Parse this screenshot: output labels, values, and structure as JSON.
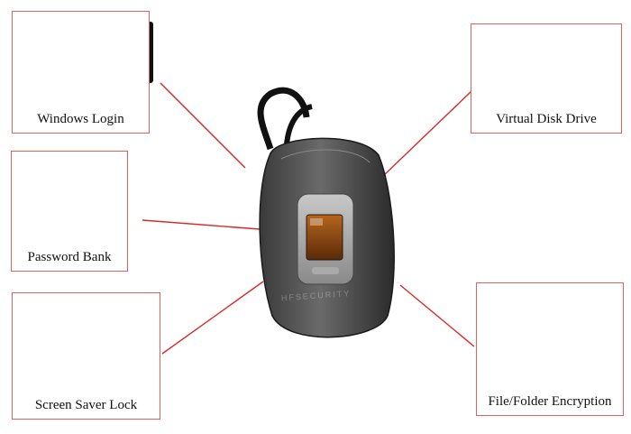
{
  "features": [
    {
      "key": "windows_login",
      "label": "Windows Login"
    },
    {
      "key": "password_bank",
      "label": "Password Bank"
    },
    {
      "key": "screen_saver_lock",
      "label": "Screen Saver Lock"
    },
    {
      "key": "virtual_disk_drive",
      "label": "Virtual Disk Drive"
    },
    {
      "key": "file_folder_encryption",
      "label": "File/Folder Encryption"
    }
  ],
  "device": {
    "watermark": "HFSECURITY"
  },
  "colors": {
    "connector": "#d32a2a",
    "box_border": "#e06060"
  },
  "icons": [
    "monitor-icon",
    "safe-icon",
    "laptop-icon",
    "disk-drive-icon",
    "folder-icon",
    "padlock-icon",
    "fingerprint-scanner-icon"
  ]
}
